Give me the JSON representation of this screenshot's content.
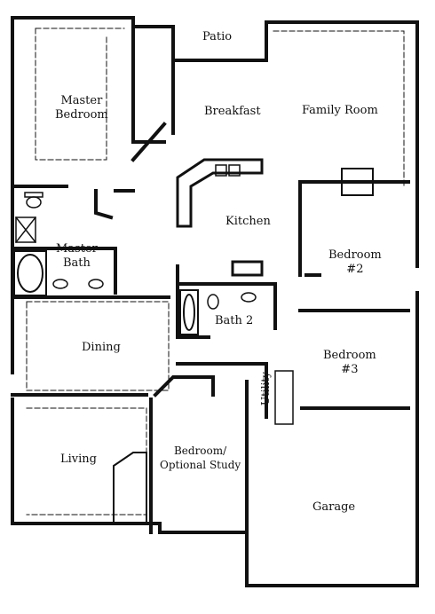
{
  "rooms": {
    "patio": "Patio",
    "master_bedroom": [
      "Master",
      "Bedroom"
    ],
    "breakfast": "Breakfast",
    "family_room": "Family Room",
    "kitchen": "Kitchen",
    "bedroom2": [
      "Bedroom",
      "#2"
    ],
    "master_bath": [
      "Master",
      "Bath"
    ],
    "bath2": "Bath 2",
    "dining": "Dining",
    "bedroom3": [
      "Bedroom",
      "#3"
    ],
    "utility": "Utility",
    "living": "Living",
    "bedroom_study": [
      "Bedroom/",
      "Optional Study"
    ],
    "garage": "Garage"
  },
  "colors": {
    "wall": "#111111",
    "background": "#ffffff"
  }
}
